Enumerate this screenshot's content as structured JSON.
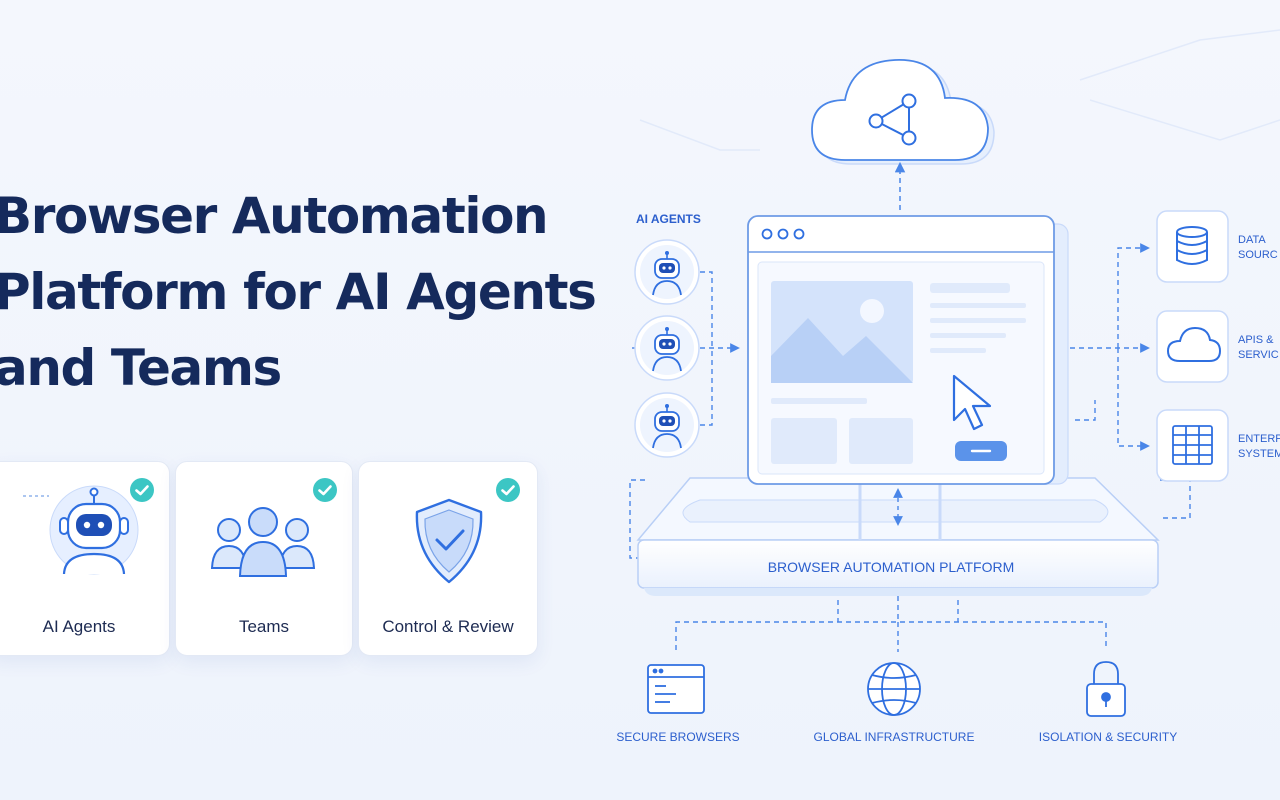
{
  "headline": {
    "line1": "Browser Automation",
    "line2": "Platform for AI Agents",
    "line3": "and Teams"
  },
  "cards": [
    {
      "label": "AI Agents",
      "icon": "robot-icon",
      "checked": true
    },
    {
      "label": "Teams",
      "icon": "team-icon",
      "checked": true
    },
    {
      "label": "Control & Review",
      "icon": "shield-check-icon",
      "checked": true
    }
  ],
  "diagram": {
    "agents_label": "AI AGENTS",
    "platform_label": "BROWSER AUTOMATION PLATFORM",
    "right_nodes": [
      {
        "line1": "DATA",
        "line2": "SOURC",
        "icon": "database-icon"
      },
      {
        "line1": "APIS &",
        "line2": "SERVIC",
        "icon": "cloud-icon"
      },
      {
        "line1": "ENTERP",
        "line2": "SYSTEM",
        "icon": "table-icon"
      }
    ],
    "bottom_nodes": [
      {
        "label": "SECURE BROWSERS",
        "icon": "browser-window-icon"
      },
      {
        "label": "GLOBAL INFRASTRUCTURE",
        "icon": "globe-icon"
      },
      {
        "label": "ISOLATION & SECURITY",
        "icon": "padlock-icon"
      }
    ],
    "cloud_icon": "cloud-share-icon"
  },
  "colors": {
    "primary": "#2f6fe0",
    "light_blue": "#dbe8fb",
    "check_teal": "#3cc6c4",
    "title": "#152a5c"
  }
}
